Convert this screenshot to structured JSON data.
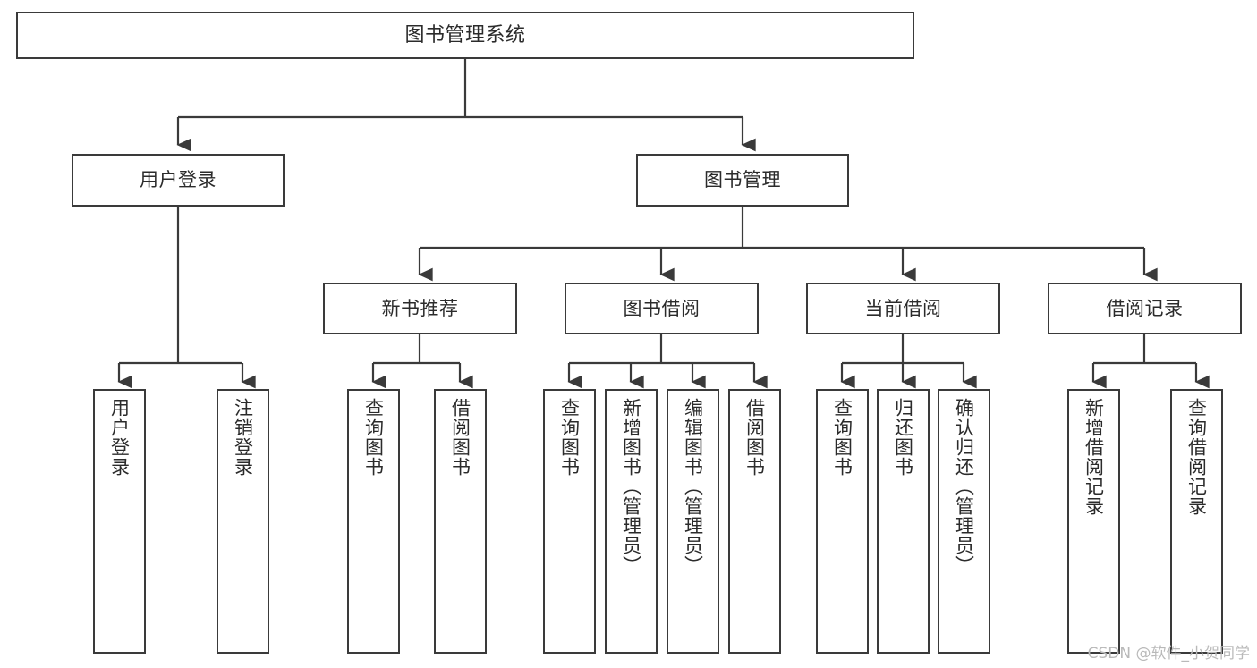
{
  "diagram": {
    "type": "tree",
    "title": "图书管理系统",
    "orientation": "top-down",
    "colors": {
      "border": "#3a3a3a",
      "background": "#ffffff",
      "text": "#2b2b2b",
      "connector": "#3a3a3a",
      "watermark": "#b9b9b9"
    },
    "root": {
      "label": "图书管理系统"
    },
    "level2": [
      {
        "label": "用户登录"
      },
      {
        "label": "图书管理"
      }
    ],
    "level3": [
      {
        "label": "新书推荐"
      },
      {
        "label": "图书借阅"
      },
      {
        "label": "当前借阅"
      },
      {
        "label": "借阅记录"
      }
    ],
    "leaves": [
      {
        "label": "用户登录",
        "parent": "用户登录"
      },
      {
        "label": "注销登录",
        "parent": "用户登录"
      },
      {
        "label": "查询图书",
        "parent": "新书推荐"
      },
      {
        "label": "借阅图书",
        "parent": "新书推荐"
      },
      {
        "label": "查询图书",
        "parent": "图书借阅"
      },
      {
        "label": "新增图书（管理员）",
        "parent": "图书借阅"
      },
      {
        "label": "编辑图书（管理员）",
        "parent": "图书借阅"
      },
      {
        "label": "借阅图书",
        "parent": "图书借阅"
      },
      {
        "label": "查询图书",
        "parent": "当前借阅"
      },
      {
        "label": "归还图书",
        "parent": "当前借阅"
      },
      {
        "label": "确认归还（管理员）",
        "parent": "当前借阅"
      },
      {
        "label": "新增借阅记录",
        "parent": "借阅记录"
      },
      {
        "label": "查询借阅记录",
        "parent": "借阅记录"
      }
    ]
  },
  "watermark": {
    "text": "CSDN @软件_小贺同学"
  }
}
